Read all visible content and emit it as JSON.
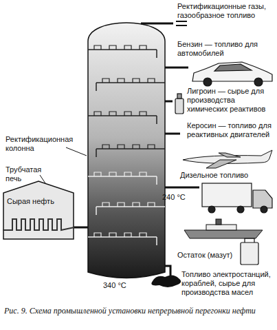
{
  "diagram": {
    "caption": "Рис. 9. Схема промышленной установки непрерывной перегонки нефти",
    "nodes": [
      {
        "text": [
          "Сырая нефть"
        ]
      }
    ],
    "labels": [
      "Ректификационные газы, газообразное топливо",
      "Бензин — топливо для автомобилей",
      "Лигроин — сырье для производства химических реактивов",
      "Керосин — топливо для реактивных двигателей",
      "Ректификационная колонна",
      "Трубчатая печь",
      "Дизельное топливо",
      "240 °C",
      "Остаток (мазут)",
      "340 °C",
      "Топливо электростанций, кораблей, сырье для производства масел"
    ]
  }
}
